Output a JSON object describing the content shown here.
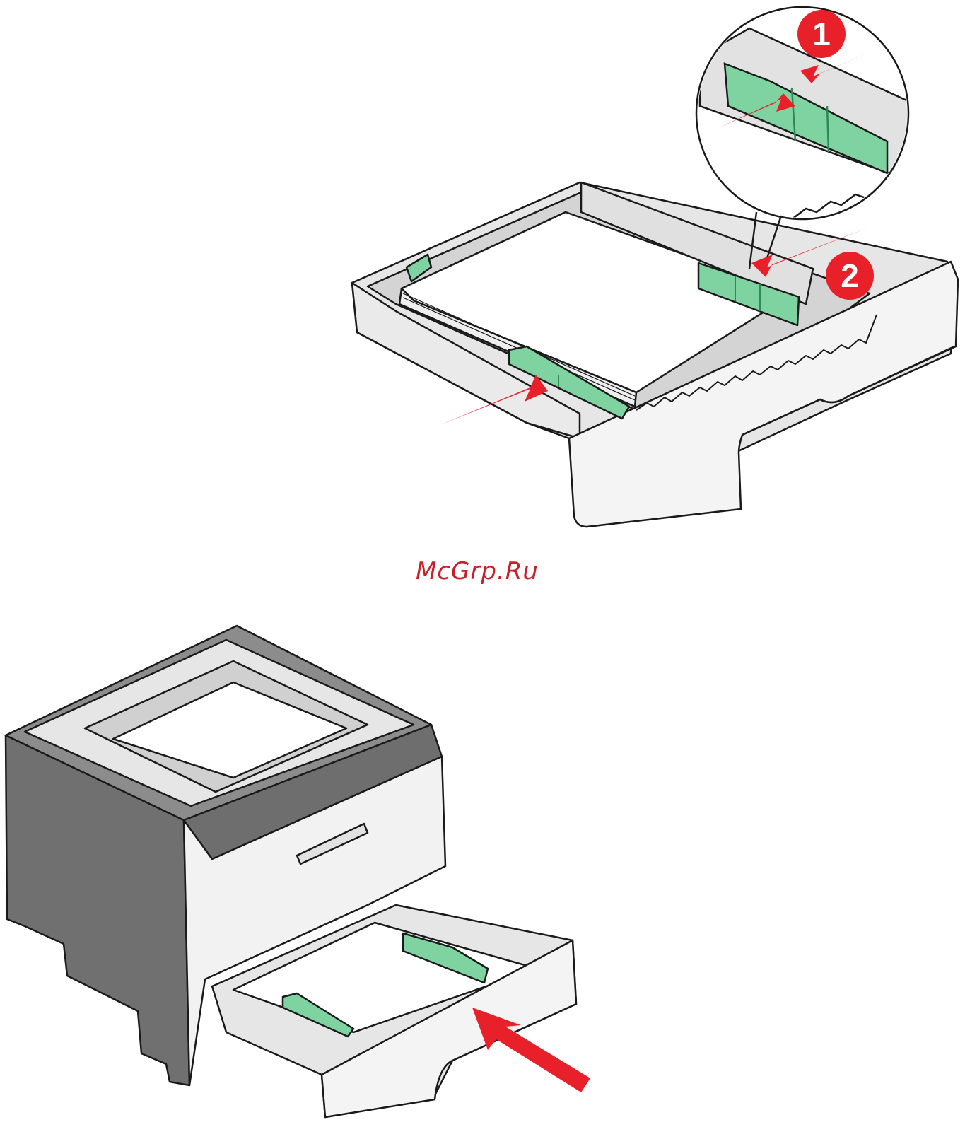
{
  "figure": {
    "watermark": "McGrp.Ru",
    "callouts": [
      {
        "label": "1"
      },
      {
        "label": "2"
      }
    ]
  },
  "colors": {
    "arrow_red": "#e8202a",
    "guide_green": "#7fd3a0",
    "guide_green_dark": "#2b8a55",
    "watermark_red": "#c8202a",
    "outline": "#1a1a1a",
    "tray_white": "#f3f3f3",
    "tray_gray": "#d8d8d8",
    "printer_dark": "#6b6b6b",
    "printer_mid": "#8c8c8c"
  },
  "icons": [
    "tray-illustration",
    "printer-illustration",
    "magnifier-circle",
    "red-arrow"
  ]
}
